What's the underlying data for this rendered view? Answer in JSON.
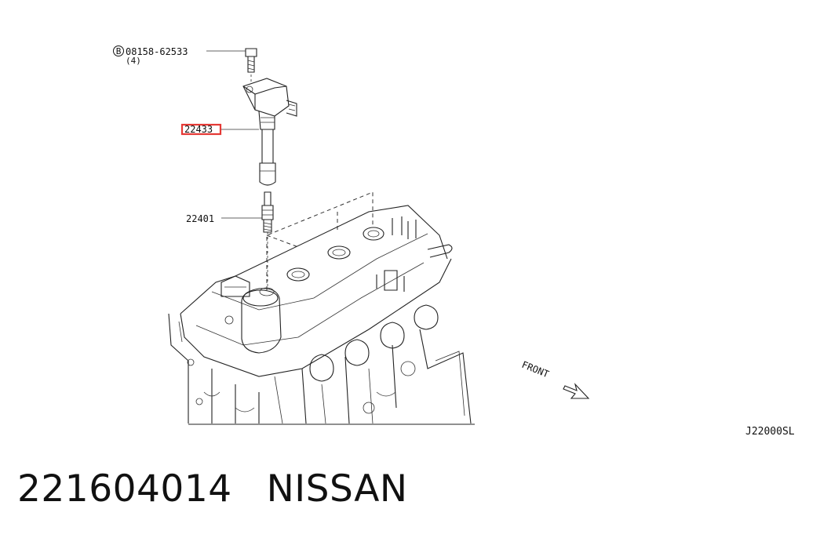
{
  "diagram": {
    "callouts": {
      "bolt": {
        "prefix": "B",
        "part": "08158-62533",
        "qty": "(4)"
      },
      "coil": {
        "part": "22433",
        "highlight_color": "#e53935"
      },
      "spark_plug": {
        "part": "22401"
      }
    },
    "direction_label": "FRONT",
    "ref_code": "J22000SL"
  },
  "footer": {
    "part_number": "221604014",
    "brand": "NISSAN"
  }
}
